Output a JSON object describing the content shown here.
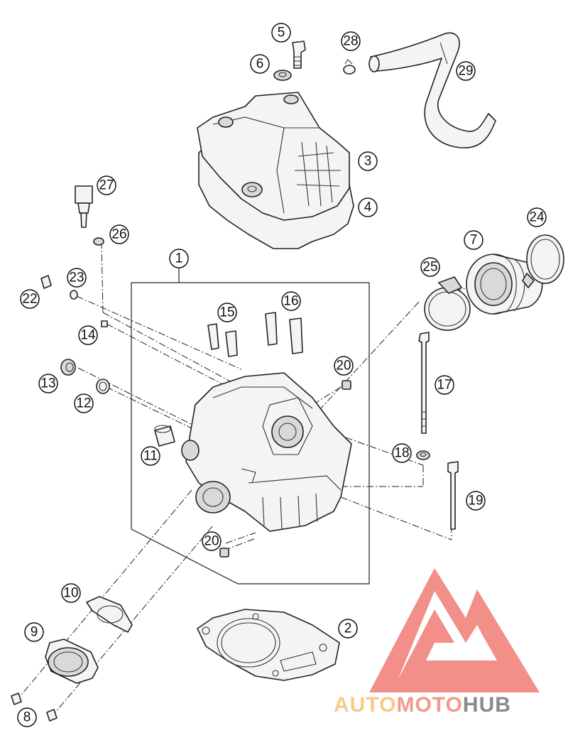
{
  "callouts": [
    {
      "id": "1",
      "label": "1"
    },
    {
      "id": "2",
      "label": "2"
    },
    {
      "id": "3",
      "label": "3"
    },
    {
      "id": "4",
      "label": "4"
    },
    {
      "id": "5",
      "label": "5"
    },
    {
      "id": "6",
      "label": "6"
    },
    {
      "id": "7",
      "label": "7"
    },
    {
      "id": "8",
      "label": "8"
    },
    {
      "id": "9",
      "label": "9"
    },
    {
      "id": "10",
      "label": "10"
    },
    {
      "id": "11",
      "label": "11"
    },
    {
      "id": "12",
      "label": "12"
    },
    {
      "id": "13",
      "label": "13"
    },
    {
      "id": "14",
      "label": "14"
    },
    {
      "id": "15",
      "label": "15"
    },
    {
      "id": "16",
      "label": "16"
    },
    {
      "id": "17",
      "label": "17"
    },
    {
      "id": "18",
      "label": "18"
    },
    {
      "id": "19",
      "label": "19"
    },
    {
      "id": "20a",
      "label": "20"
    },
    {
      "id": "20b",
      "label": "20"
    },
    {
      "id": "22",
      "label": "22"
    },
    {
      "id": "23",
      "label": "23"
    },
    {
      "id": "24",
      "label": "24"
    },
    {
      "id": "25",
      "label": "25"
    },
    {
      "id": "26",
      "label": "26"
    },
    {
      "id": "27",
      "label": "27"
    },
    {
      "id": "28",
      "label": "28"
    },
    {
      "id": "29",
      "label": "29"
    }
  ],
  "watermark": {
    "part1": "AUTO",
    "part2": "MOTO",
    "part3": "HUB",
    "color_auto": "#f7c98a",
    "color_moto": "#f39a8c",
    "color_hub": "#8a8a8a",
    "logo_color": "#ee7b73"
  }
}
